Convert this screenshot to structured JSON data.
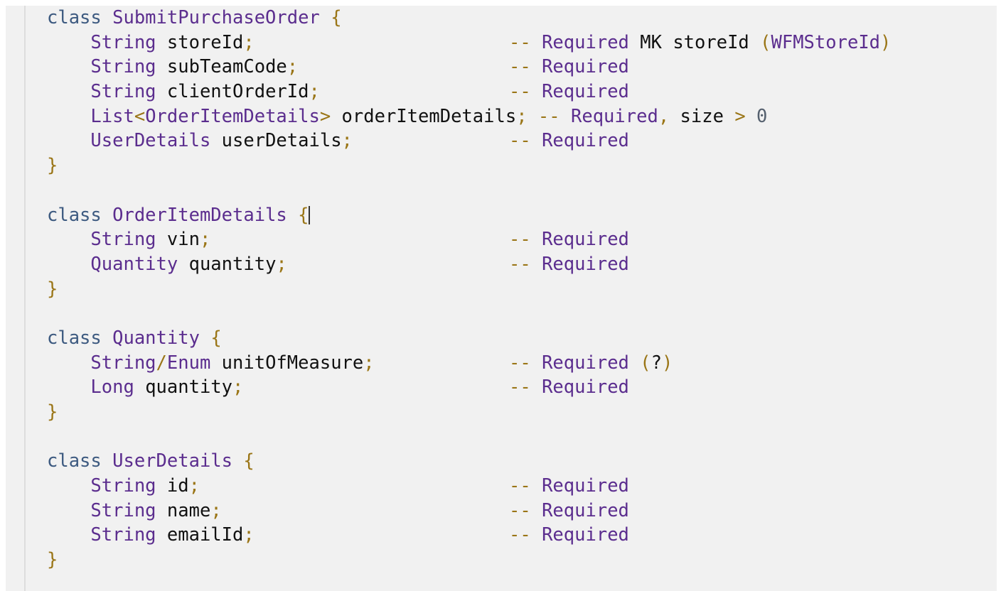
{
  "editor": {
    "background_color": "#f1f1f1",
    "page_background_color": "#ffffff",
    "gutter_rule_color": "#dddddd",
    "language": "java-like-schema",
    "caret_visible": true,
    "caret_line_index": 7,
    "caret_after_text": "class OrderItemDetails {"
  },
  "colors": {
    "keyword": "#3d5a80",
    "type": "#5b2d8e",
    "identifier": "#111111",
    "punctuation": "#9a7516",
    "comment_marker": "#9a7516",
    "comment_text": "#5b2d8e",
    "number": "#55606e"
  },
  "lines": [
    {
      "index": 0,
      "text": "class SubmitPurchaseOrder {",
      "code": [
        {
          "t": "class",
          "c": "kw"
        },
        {
          "t": " ",
          "c": "ident"
        },
        {
          "t": "SubmitPurchaseOrder",
          "c": "type"
        },
        {
          "t": " ",
          "c": "ident"
        },
        {
          "t": "{",
          "c": "punc"
        }
      ],
      "comment": []
    },
    {
      "index": 1,
      "text": "    String storeId;",
      "code": [
        {
          "t": "    ",
          "c": "ident"
        },
        {
          "t": "String",
          "c": "type"
        },
        {
          "t": " storeId",
          "c": "ident"
        },
        {
          "t": ";",
          "c": "punc"
        }
      ],
      "comment": [
        {
          "t": "--",
          "c": "cmtmark"
        },
        {
          "t": " ",
          "c": "cmtplain"
        },
        {
          "t": "Required",
          "c": "cmttext"
        },
        {
          "t": " MK storeId ",
          "c": "cmtplain"
        },
        {
          "t": "(",
          "c": "cmtmark"
        },
        {
          "t": "WFMStoreId",
          "c": "cmttext"
        },
        {
          "t": ")",
          "c": "cmtmark"
        }
      ]
    },
    {
      "index": 2,
      "text": "    String subTeamCode;",
      "code": [
        {
          "t": "    ",
          "c": "ident"
        },
        {
          "t": "String",
          "c": "type"
        },
        {
          "t": " subTeamCode",
          "c": "ident"
        },
        {
          "t": ";",
          "c": "punc"
        }
      ],
      "comment": [
        {
          "t": "--",
          "c": "cmtmark"
        },
        {
          "t": " ",
          "c": "cmtplain"
        },
        {
          "t": "Required",
          "c": "cmttext"
        }
      ]
    },
    {
      "index": 3,
      "text": "    String clientOrderId;",
      "code": [
        {
          "t": "    ",
          "c": "ident"
        },
        {
          "t": "String",
          "c": "type"
        },
        {
          "t": " clientOrderId",
          "c": "ident"
        },
        {
          "t": ";",
          "c": "punc"
        }
      ],
      "comment": [
        {
          "t": "--",
          "c": "cmtmark"
        },
        {
          "t": " ",
          "c": "cmtplain"
        },
        {
          "t": "Required",
          "c": "cmttext"
        }
      ]
    },
    {
      "index": 4,
      "text": "    List<OrderItemDetails> orderItemDetails; -- Required, size > 0",
      "inline_comment": true,
      "code": [
        {
          "t": "    ",
          "c": "ident"
        },
        {
          "t": "List",
          "c": "type"
        },
        {
          "t": "<",
          "c": "punc"
        },
        {
          "t": "OrderItemDetails",
          "c": "type"
        },
        {
          "t": ">",
          "c": "punc"
        },
        {
          "t": " orderItemDetails",
          "c": "ident"
        },
        {
          "t": ";",
          "c": "punc"
        },
        {
          "t": " ",
          "c": "ident"
        },
        {
          "t": "--",
          "c": "cmtmark"
        },
        {
          "t": " ",
          "c": "cmtplain"
        },
        {
          "t": "Required",
          "c": "cmttext"
        },
        {
          "t": ",",
          "c": "cmtmark"
        },
        {
          "t": " size ",
          "c": "cmtplain"
        },
        {
          "t": ">",
          "c": "cmtmark"
        },
        {
          "t": " ",
          "c": "cmtplain"
        },
        {
          "t": "0",
          "c": "num"
        }
      ],
      "comment": []
    },
    {
      "index": 5,
      "text": "    UserDetails userDetails;",
      "code": [
        {
          "t": "    ",
          "c": "ident"
        },
        {
          "t": "UserDetails",
          "c": "type"
        },
        {
          "t": " userDetails",
          "c": "ident"
        },
        {
          "t": ";",
          "c": "punc"
        }
      ],
      "comment": [
        {
          "t": "--",
          "c": "cmtmark"
        },
        {
          "t": " ",
          "c": "cmtplain"
        },
        {
          "t": "Required",
          "c": "cmttext"
        }
      ]
    },
    {
      "index": 6,
      "text": "}",
      "code": [
        {
          "t": "}",
          "c": "punc"
        }
      ],
      "comment": []
    },
    {
      "index": 7,
      "text": "",
      "code": [],
      "comment": []
    },
    {
      "index": 8,
      "text": "class OrderItemDetails {",
      "has_caret": true,
      "code": [
        {
          "t": "class",
          "c": "kw"
        },
        {
          "t": " ",
          "c": "ident"
        },
        {
          "t": "OrderItemDetails",
          "c": "type"
        },
        {
          "t": " ",
          "c": "ident"
        },
        {
          "t": "{",
          "c": "punc"
        }
      ],
      "comment": []
    },
    {
      "index": 9,
      "text": "    String vin;",
      "code": [
        {
          "t": "    ",
          "c": "ident"
        },
        {
          "t": "String",
          "c": "type"
        },
        {
          "t": " vin",
          "c": "ident"
        },
        {
          "t": ";",
          "c": "punc"
        }
      ],
      "comment": [
        {
          "t": "--",
          "c": "cmtmark"
        },
        {
          "t": " ",
          "c": "cmtplain"
        },
        {
          "t": "Required",
          "c": "cmttext"
        }
      ]
    },
    {
      "index": 10,
      "text": "    Quantity quantity;",
      "code": [
        {
          "t": "    ",
          "c": "ident"
        },
        {
          "t": "Quantity",
          "c": "type"
        },
        {
          "t": " quantity",
          "c": "ident"
        },
        {
          "t": ";",
          "c": "punc"
        }
      ],
      "comment": [
        {
          "t": "--",
          "c": "cmtmark"
        },
        {
          "t": " ",
          "c": "cmtplain"
        },
        {
          "t": "Required",
          "c": "cmttext"
        }
      ]
    },
    {
      "index": 11,
      "text": "}",
      "code": [
        {
          "t": "}",
          "c": "punc"
        }
      ],
      "comment": []
    },
    {
      "index": 12,
      "text": "",
      "code": [],
      "comment": []
    },
    {
      "index": 13,
      "text": "class Quantity {",
      "code": [
        {
          "t": "class",
          "c": "kw"
        },
        {
          "t": " ",
          "c": "ident"
        },
        {
          "t": "Quantity",
          "c": "type"
        },
        {
          "t": " ",
          "c": "ident"
        },
        {
          "t": "{",
          "c": "punc"
        }
      ],
      "comment": []
    },
    {
      "index": 14,
      "text": "    String/Enum unitOfMeasure;",
      "code": [
        {
          "t": "    ",
          "c": "ident"
        },
        {
          "t": "String",
          "c": "type"
        },
        {
          "t": "/",
          "c": "punc"
        },
        {
          "t": "Enum",
          "c": "type"
        },
        {
          "t": " unitOfMeasure",
          "c": "ident"
        },
        {
          "t": ";",
          "c": "punc"
        }
      ],
      "comment": [
        {
          "t": "--",
          "c": "cmtmark"
        },
        {
          "t": " ",
          "c": "cmtplain"
        },
        {
          "t": "Required",
          "c": "cmttext"
        },
        {
          "t": " ",
          "c": "cmtplain"
        },
        {
          "t": "(",
          "c": "cmtmark"
        },
        {
          "t": "?",
          "c": "cmtplain"
        },
        {
          "t": ")",
          "c": "cmtmark"
        }
      ]
    },
    {
      "index": 15,
      "text": "    Long quantity;",
      "code": [
        {
          "t": "    ",
          "c": "ident"
        },
        {
          "t": "Long",
          "c": "type"
        },
        {
          "t": " quantity",
          "c": "ident"
        },
        {
          "t": ";",
          "c": "punc"
        }
      ],
      "comment": [
        {
          "t": "--",
          "c": "cmtmark"
        },
        {
          "t": " ",
          "c": "cmtplain"
        },
        {
          "t": "Required",
          "c": "cmttext"
        }
      ]
    },
    {
      "index": 16,
      "text": "}",
      "code": [
        {
          "t": "}",
          "c": "punc"
        }
      ],
      "comment": []
    },
    {
      "index": 17,
      "text": "",
      "code": [],
      "comment": []
    },
    {
      "index": 18,
      "text": "class UserDetails {",
      "code": [
        {
          "t": "class",
          "c": "kw"
        },
        {
          "t": " ",
          "c": "ident"
        },
        {
          "t": "UserDetails",
          "c": "type"
        },
        {
          "t": " ",
          "c": "ident"
        },
        {
          "t": "{",
          "c": "punc"
        }
      ],
      "comment": []
    },
    {
      "index": 19,
      "text": "    String id;",
      "code": [
        {
          "t": "    ",
          "c": "ident"
        },
        {
          "t": "String",
          "c": "type"
        },
        {
          "t": " id",
          "c": "ident"
        },
        {
          "t": ";",
          "c": "punc"
        }
      ],
      "comment": [
        {
          "t": "--",
          "c": "cmtmark"
        },
        {
          "t": " ",
          "c": "cmtplain"
        },
        {
          "t": "Required",
          "c": "cmttext"
        }
      ]
    },
    {
      "index": 20,
      "text": "    String name;",
      "code": [
        {
          "t": "    ",
          "c": "ident"
        },
        {
          "t": "String",
          "c": "type"
        },
        {
          "t": " name",
          "c": "ident"
        },
        {
          "t": ";",
          "c": "punc"
        }
      ],
      "comment": [
        {
          "t": "--",
          "c": "cmtmark"
        },
        {
          "t": " ",
          "c": "cmtplain"
        },
        {
          "t": "Required",
          "c": "cmttext"
        }
      ]
    },
    {
      "index": 21,
      "text": "    String emailId;",
      "code": [
        {
          "t": "    ",
          "c": "ident"
        },
        {
          "t": "String",
          "c": "type"
        },
        {
          "t": " emailId",
          "c": "ident"
        },
        {
          "t": ";",
          "c": "punc"
        }
      ],
      "comment": [
        {
          "t": "--",
          "c": "cmtmark"
        },
        {
          "t": " ",
          "c": "cmtplain"
        },
        {
          "t": "Required",
          "c": "cmttext"
        }
      ]
    },
    {
      "index": 22,
      "text": "}",
      "code": [
        {
          "t": "}",
          "c": "punc"
        }
      ],
      "comment": []
    }
  ]
}
